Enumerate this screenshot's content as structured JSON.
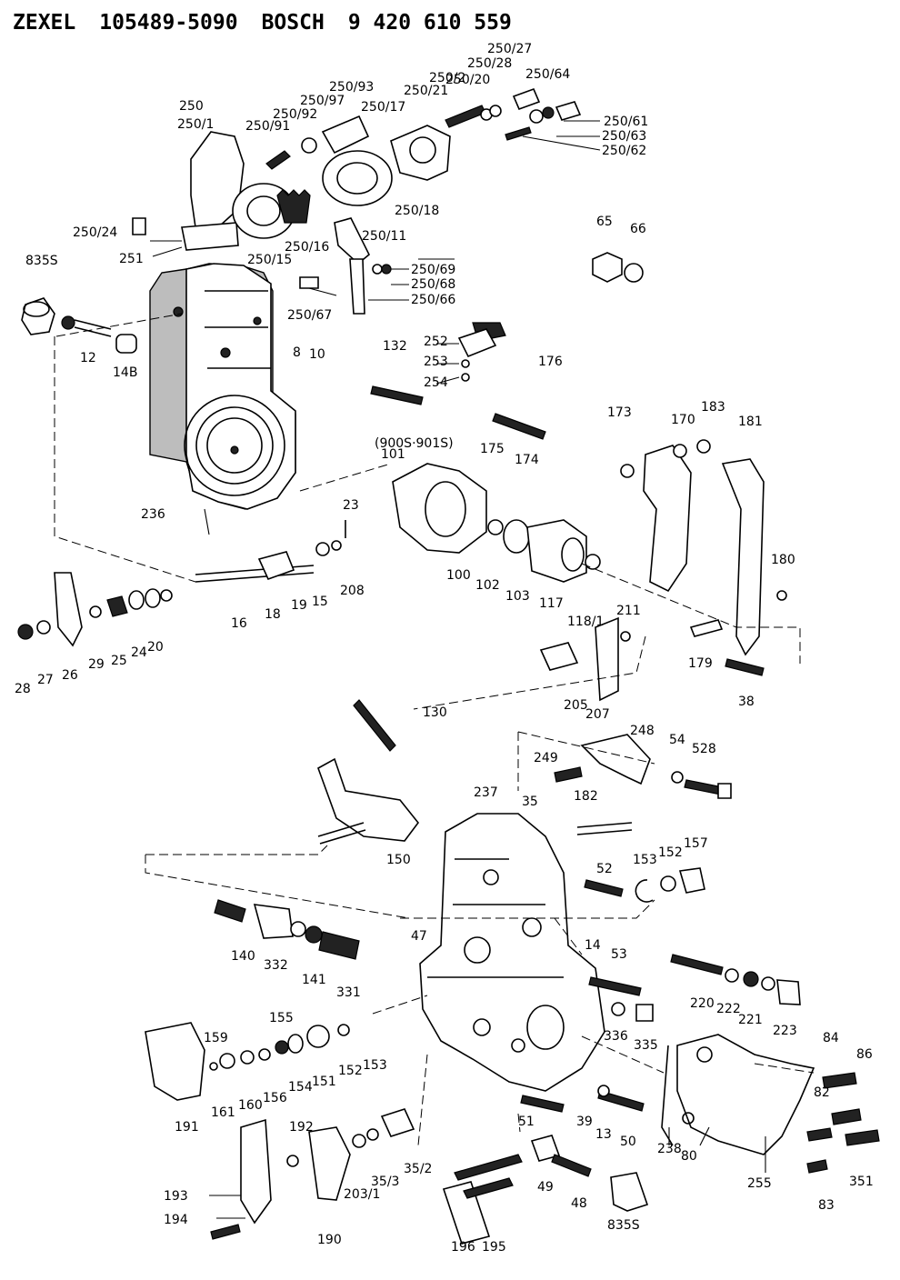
{
  "header": {
    "brand1": "ZEXEL",
    "part1": "105489-5090",
    "brand2": "BOSCH",
    "part2": "9 420 610 559"
  },
  "callouts": [
    "250",
    "250/1",
    "250/2",
    "250/11",
    "250/15",
    "250/16",
    "250/17",
    "250/18",
    "250/20",
    "250/21",
    "250/24",
    "250/27",
    "250/28",
    "250/61",
    "250/62",
    "250/63",
    "250/64",
    "250/66",
    "250/67",
    "250/68",
    "250/69",
    "250/91",
    "250/92",
    "250/93",
    "250/97",
    "251",
    "835S",
    "12",
    "14B",
    "8",
    "10",
    "132",
    "252",
    "253",
    "254",
    "176",
    "65",
    "66",
    "173",
    "170",
    "183",
    "181",
    "175",
    "174",
    "(900S·901S)",
    "101",
    "236",
    "23",
    "208",
    "15",
    "19",
    "18",
    "16",
    "100",
    "102",
    "103",
    "117",
    "118/1",
    "180",
    "211",
    "179",
    "38",
    "28",
    "27",
    "26",
    "29",
    "25",
    "24",
    "20",
    "205",
    "207",
    "130",
    "248",
    "54",
    "528",
    "249",
    "182",
    "237",
    "35",
    "150",
    "153",
    "152",
    "157",
    "52",
    "47",
    "140",
    "332",
    "141",
    "331",
    "14",
    "53",
    "220",
    "222",
    "221",
    "223",
    "155",
    "159",
    "153",
    "152",
    "151",
    "154",
    "156",
    "160",
    "161",
    "191",
    "336",
    "335",
    "84",
    "86",
    "82",
    "192",
    "51",
    "39",
    "13",
    "50",
    "238",
    "80",
    "255",
    "351",
    "83",
    "193",
    "194",
    "190",
    "203/1",
    "35/3",
    "35/2",
    "196",
    "195",
    "49",
    "48",
    "835S"
  ]
}
